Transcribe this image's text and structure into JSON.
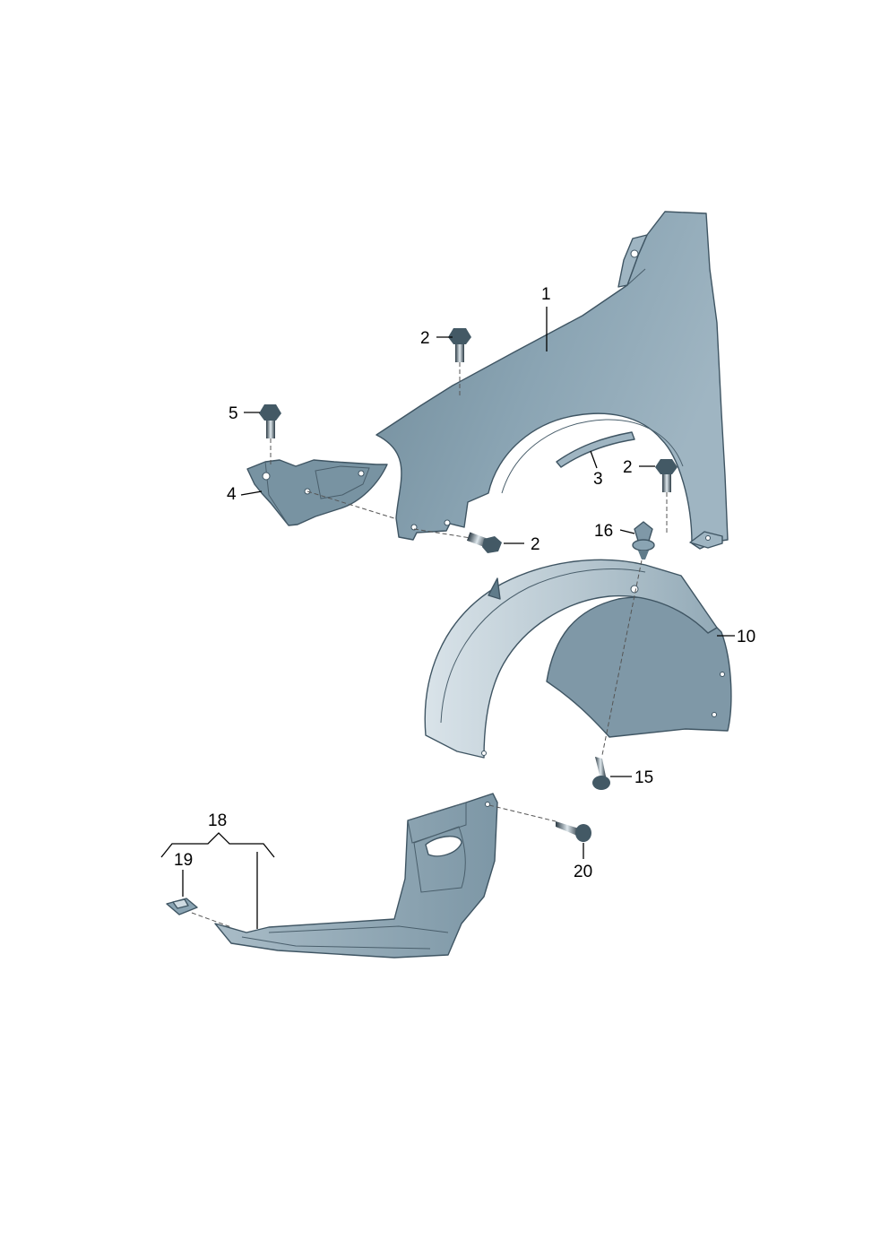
{
  "colors": {
    "part_fill": "#8aa4b3",
    "part_light": "#c4d2da",
    "part_dark": "#5f7b8a",
    "outline": "#3f5563"
  },
  "callouts": {
    "c1": "1",
    "c2a": "2",
    "c2b": "2",
    "c2c": "2",
    "c3": "3",
    "c4": "4",
    "c5": "5",
    "c10": "10",
    "c15": "15",
    "c16": "16",
    "c18": "18",
    "c19": "19",
    "c20": "20"
  }
}
